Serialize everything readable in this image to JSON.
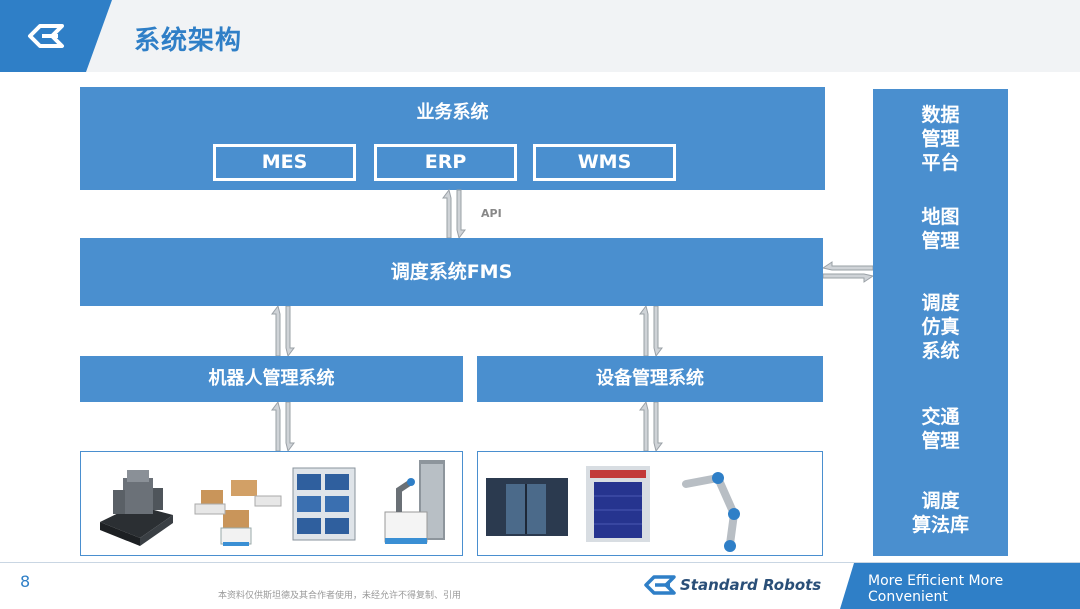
{
  "header": {
    "title": "系统架构"
  },
  "business": {
    "title": "业务系统",
    "items": [
      "MES",
      "ERP",
      "WMS"
    ]
  },
  "api_label": "API",
  "fms": {
    "title": "调度系统FMS"
  },
  "robot_mgmt": {
    "title": "机器人管理系统"
  },
  "equip_mgmt": {
    "title": "设备管理系统"
  },
  "right_panel": {
    "items": [
      "数据\n管理\n平台",
      "地图\n管理",
      "调度\n仿真\n系统",
      "交通\n管理",
      "调度\n算法库"
    ]
  },
  "footer": {
    "page_number": "8",
    "disclaimer": "本资料仅供斯坦德及其合作者使用，未经允许不得复制、引用",
    "brand": "Standard Robots",
    "slogan": "More Efficient More Convenient"
  },
  "colors": {
    "primary": "#4a8fcf",
    "accent": "#2f7fc7"
  }
}
